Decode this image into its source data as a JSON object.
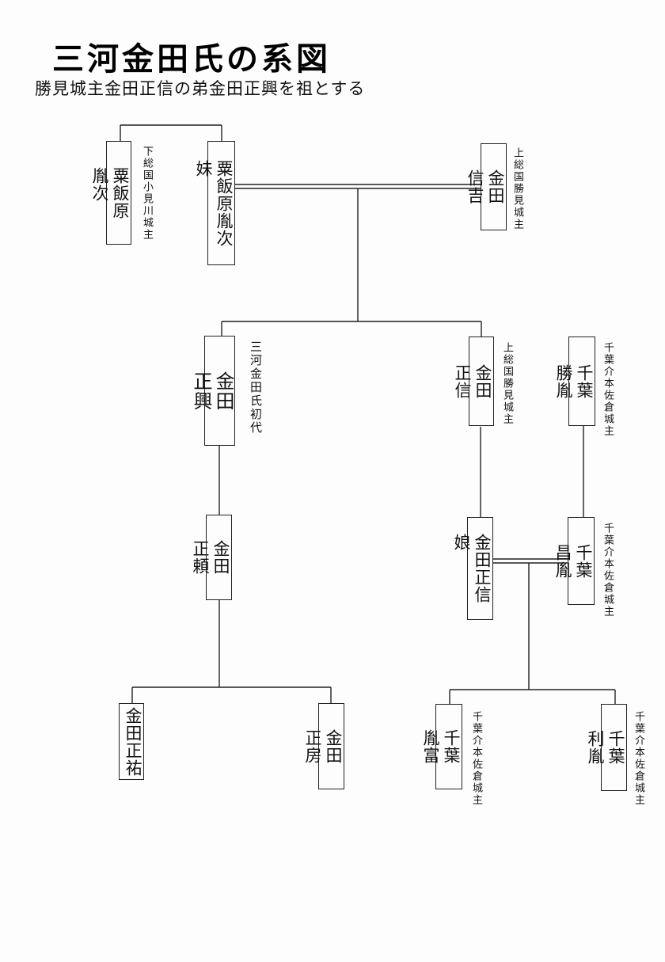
{
  "header": {
    "title": "三河金田氏の系図",
    "subtitle": "勝見城主金田正信の弟金田正興を祖とする"
  },
  "persons": {
    "kuribara_tanetsugu": {
      "name": "粟飯原\n胤次",
      "note": "下総国小見川城主"
    },
    "kuribara_imouto": {
      "name": "粟飯原胤次\n妹"
    },
    "kaneda_nobuyoshi": {
      "name": "金田\n信吉",
      "note": "上総国勝見城主"
    },
    "kaneda_masaoki": {
      "name": "金田\n正興",
      "note": "三河金田氏初代"
    },
    "kaneda_masanobu": {
      "name": "金田\n正信",
      "note": "上総国勝見城主"
    },
    "chiba_katsutane": {
      "name": "千葉\n勝胤",
      "note": "千葉介本佐倉城主"
    },
    "kaneda_masayori": {
      "name": "金田\n正頼"
    },
    "kaneda_masanobu_musume": {
      "name": "金田正信\n娘"
    },
    "chiba_masatane": {
      "name": "千葉\n昌胤",
      "note": "千葉介本佐倉城主"
    },
    "kaneda_masasuke": {
      "name": "金田正祐"
    },
    "kaneda_masafusa": {
      "name": "金田\n正房"
    },
    "chiba_tanetomi": {
      "name": "千葉\n胤富",
      "note": "千葉介本佐倉城主"
    },
    "chiba_toshitane": {
      "name": "千葉\n利胤",
      "note": "千葉介本佐倉城主"
    }
  }
}
